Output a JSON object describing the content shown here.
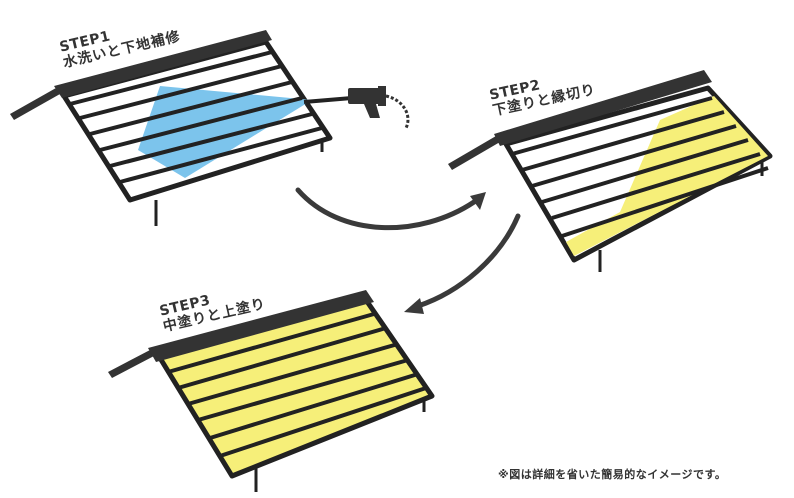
{
  "steps": [
    {
      "step": "STEP1",
      "title": "水洗いと下地補修"
    },
    {
      "step": "STEP2",
      "title": "下塗りと縁切り"
    },
    {
      "step": "STEP3",
      "title": "中塗りと上塗り"
    }
  ],
  "footnote": "※図は詳細を省いた簡易的なイメージです。",
  "colors": {
    "outline": "#222222",
    "ridge": "#333333",
    "water": "#7cc4ec",
    "paint": "#f6ef79",
    "arrow": "#3a3a3a"
  },
  "icons": [
    "pressure-washer-icon"
  ]
}
